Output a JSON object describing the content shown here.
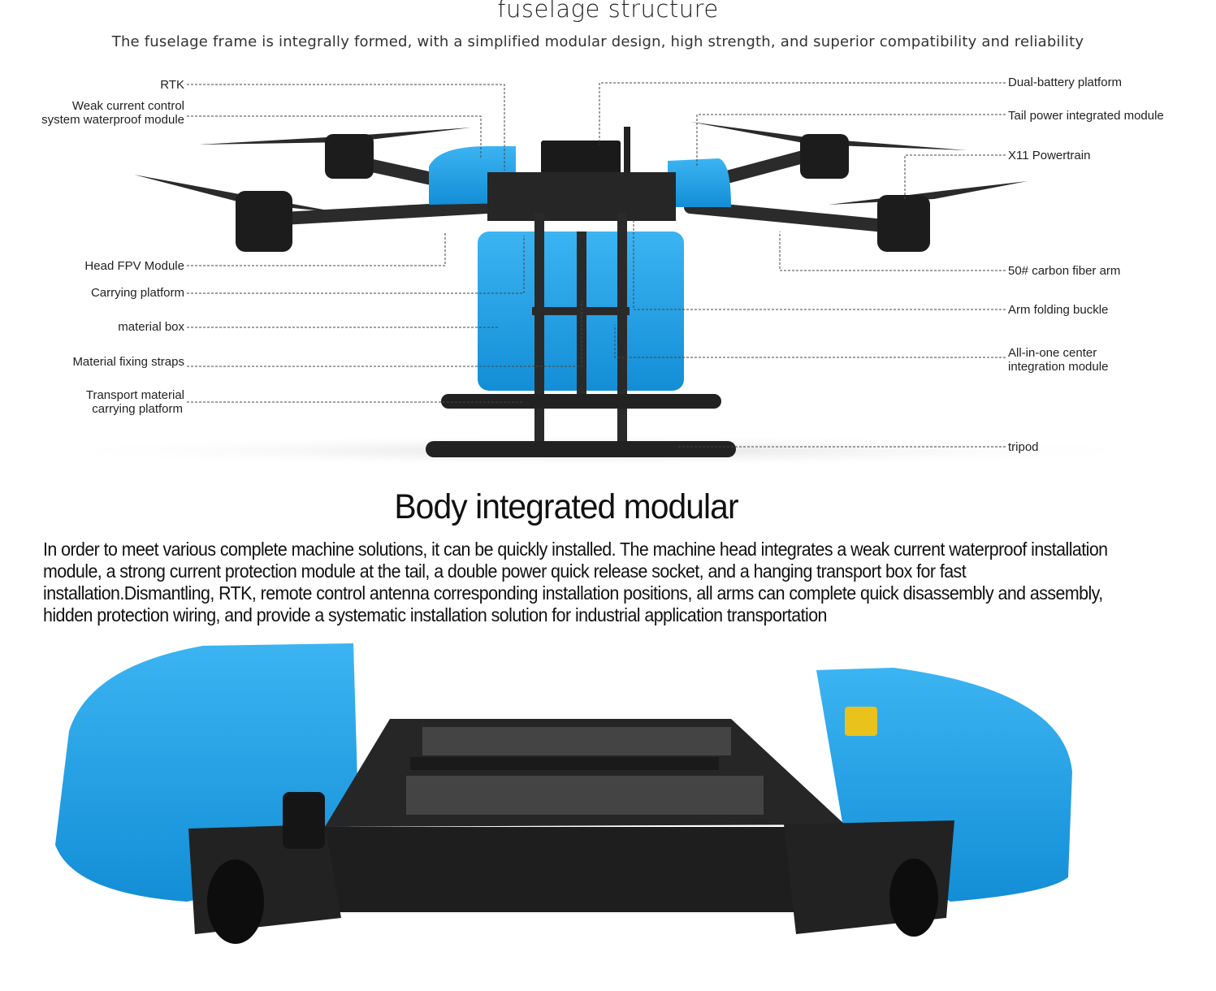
{
  "section1": {
    "title": "fuselage structure",
    "subtitle": "The fuselage frame is integrally formed, with a simplified modular design, high strength, and superior compatibility and reliability",
    "left_labels": {
      "rtk": "RTK",
      "weak_current_1": "Weak current control",
      "weak_current_2": "system waterproof module",
      "head_fpv": "Head FPV Module",
      "carrying_platform": "Carrying platform",
      "material_box": "material box",
      "fixing_straps": "Material fixing straps",
      "transport_1": "Transport material",
      "transport_2": "carrying platform"
    },
    "right_labels": {
      "dual_battery": "Dual-battery platform",
      "tail_power": "Tail power integrated module",
      "powertrain": "X11 Powertrain",
      "carbon_arm": "50# carbon fiber arm",
      "arm_buckle": "Arm folding buckle",
      "center_1": "All-in-one center",
      "center_2": "integration module",
      "tripod": "tripod"
    }
  },
  "section2": {
    "title": "Body integrated modular",
    "paragraph": "In order to meet various complete machine solutions, it can be quickly installed. The machine head integrates a weak current waterproof installation module, a strong current protection module at the tail, a double power quick release socket, and a hanging transport box for fast installation.Dismantling, RTK, remote control antenna corresponding installation positions, all arms can complete quick disassembly and assembly, hidden protection wiring, and provide a systematic installation solution for industrial application transportation"
  },
  "colors": {
    "accent_blue": "#1ea3ea",
    "frame_black": "#1f1f1f"
  }
}
